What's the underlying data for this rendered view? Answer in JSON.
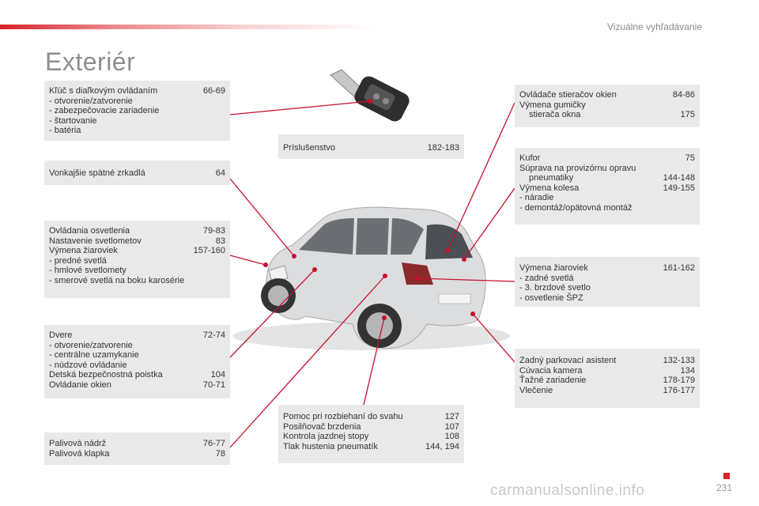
{
  "header": {
    "section": "Vizuálne vyhľadávanie"
  },
  "page": {
    "title": "Exteriér",
    "number": "231"
  },
  "watermark": "carmanualsonline.info",
  "colors": {
    "accent": "#d8232a",
    "box_bg": "#e9e9ea"
  },
  "boxes": {
    "key": {
      "rows": [
        {
          "label": "Kľúč s diaľkovým ovládaním",
          "pages": "66-69"
        }
      ],
      "subitems": [
        "-   otvorenie/zatvorenie",
        "-   zabezpečovacie zariadenie",
        "-   štartovanie",
        "-   batéria"
      ]
    },
    "mirrors": {
      "rows": [
        {
          "label": "Vonkajšie spätné zrkadlá",
          "pages": "64"
        }
      ]
    },
    "lighting": {
      "rows": [
        {
          "label": "Ovládania osvetlenia",
          "pages": "79-83"
        },
        {
          "label": "Nastavenie svetlometov",
          "pages": "83"
        },
        {
          "label": "Výmena žiaroviek",
          "pages": "157-160"
        }
      ],
      "subitems": [
        "-   predné svetlá",
        "-   hmlové svetlomety",
        "-   smerové svetlá na boku karosérie"
      ]
    },
    "doors": {
      "rows": [
        {
          "label": "Dvere",
          "pages": "72-74"
        }
      ],
      "subitems": [
        "-   otvorenie/zatvorenie",
        "-   centrálne uzamykanie",
        "-   núdzové ovládanie"
      ],
      "rows2": [
        {
          "label": "Detská bezpečnostná poistka",
          "pages": "104"
        },
        {
          "label": "Ovládanie okien",
          "pages": "70-71"
        }
      ]
    },
    "fuel": {
      "rows": [
        {
          "label": "Palivová nádrž",
          "pages": "76-77"
        },
        {
          "label": "Palivová klapka",
          "pages": "78"
        }
      ]
    },
    "accessories": {
      "rows": [
        {
          "label": "Príslušenstvo",
          "pages": "182-183"
        }
      ]
    },
    "driving": {
      "rows": [
        {
          "label": "Pomoc pri rozbiehaní do svahu",
          "pages": "127"
        },
        {
          "label": "Posilňovač brzdenia",
          "pages": "107"
        },
        {
          "label": "Kontrola jazdnej stopy",
          "pages": "108"
        },
        {
          "label": "Tlak hustenia pneumatík",
          "pages": "144, 194"
        }
      ]
    },
    "wipers": {
      "row1": {
        "label": "Ovládače stieračov okien",
        "pages": "84-86"
      },
      "row2_label": "Výmena gumičky",
      "row2_cont": "stierača okna",
      "row2_pages": "175"
    },
    "boot": {
      "row1": {
        "label": "Kufor",
        "pages": "75"
      },
      "row2_label": "Súprava na provizórnu opravu",
      "row2_cont": "pneumatiky",
      "row2_pages": "144-148",
      "row3": {
        "label": "Výmena kolesa",
        "pages": "149-155"
      },
      "subitems": [
        "-   náradie",
        "-   demontáž/opätovná montáž"
      ]
    },
    "rear_lamps": {
      "rows": [
        {
          "label": "Výmena žiaroviek",
          "pages": "161-162"
        }
      ],
      "subitems": [
        "-   zadné svetlá",
        "-   3. brzdové svetlo",
        "-   osvetlenie ŠPZ"
      ]
    },
    "parking": {
      "rows": [
        {
          "label": "Zadný parkovací asistent",
          "pages": "132-133"
        },
        {
          "label": "Cúvacia kamera",
          "pages": "134"
        },
        {
          "label": "Ťažné zariadenie",
          "pages": "178-179"
        },
        {
          "label": "Vlečenie",
          "pages": "176-177"
        }
      ]
    }
  }
}
